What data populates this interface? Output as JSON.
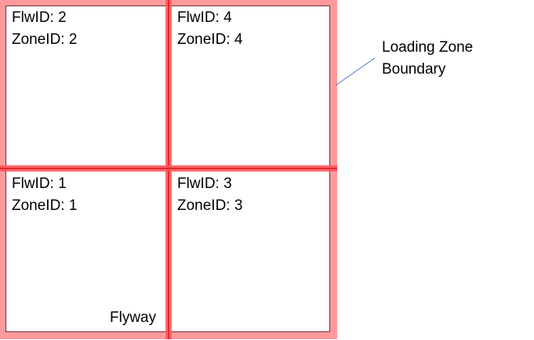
{
  "diagram": {
    "zones": [
      {
        "position": "top-left",
        "flw_label": "FlwID: 2",
        "zone_label": "ZoneID: 2"
      },
      {
        "position": "top-right",
        "flw_label": "FlwID: 4",
        "zone_label": "ZoneID: 4"
      },
      {
        "position": "bottom-left",
        "flw_label": "FlwID: 1",
        "zone_label": "ZoneID: 1"
      },
      {
        "position": "bottom-right",
        "flw_label": "FlwID: 3",
        "zone_label": "ZoneID: 3"
      }
    ],
    "flyway_label": "Flyway",
    "callout": {
      "line1": "Loading Zone",
      "line2": "Boundary"
    },
    "colors": {
      "boundary": "#ff9a9c",
      "divider": "#ff4a50",
      "leader": "#4a72c4"
    }
  }
}
